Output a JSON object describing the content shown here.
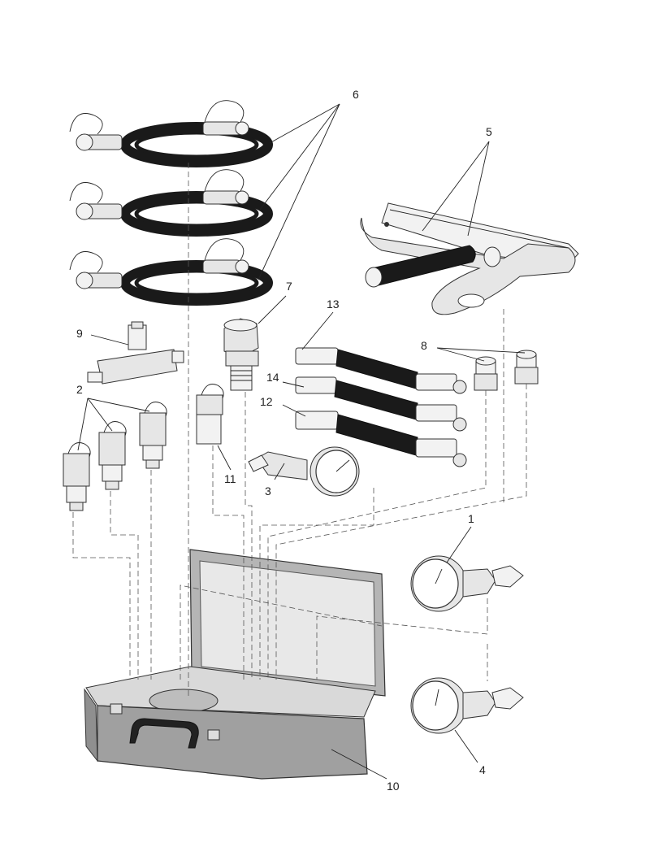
{
  "callouts": {
    "c1": "1",
    "c2": "2",
    "c3": "3",
    "c4": "4",
    "c5": "5",
    "c6": "6",
    "c7": "7",
    "c8": "8",
    "c9": "9",
    "c10": "10",
    "c11": "11",
    "c12": "12",
    "c13": "13",
    "c14": "14"
  },
  "colors": {
    "line": "#222222",
    "part_fill": "#e6e6e6",
    "hose": "#1a1a1a",
    "case": "#9a9a9a"
  }
}
